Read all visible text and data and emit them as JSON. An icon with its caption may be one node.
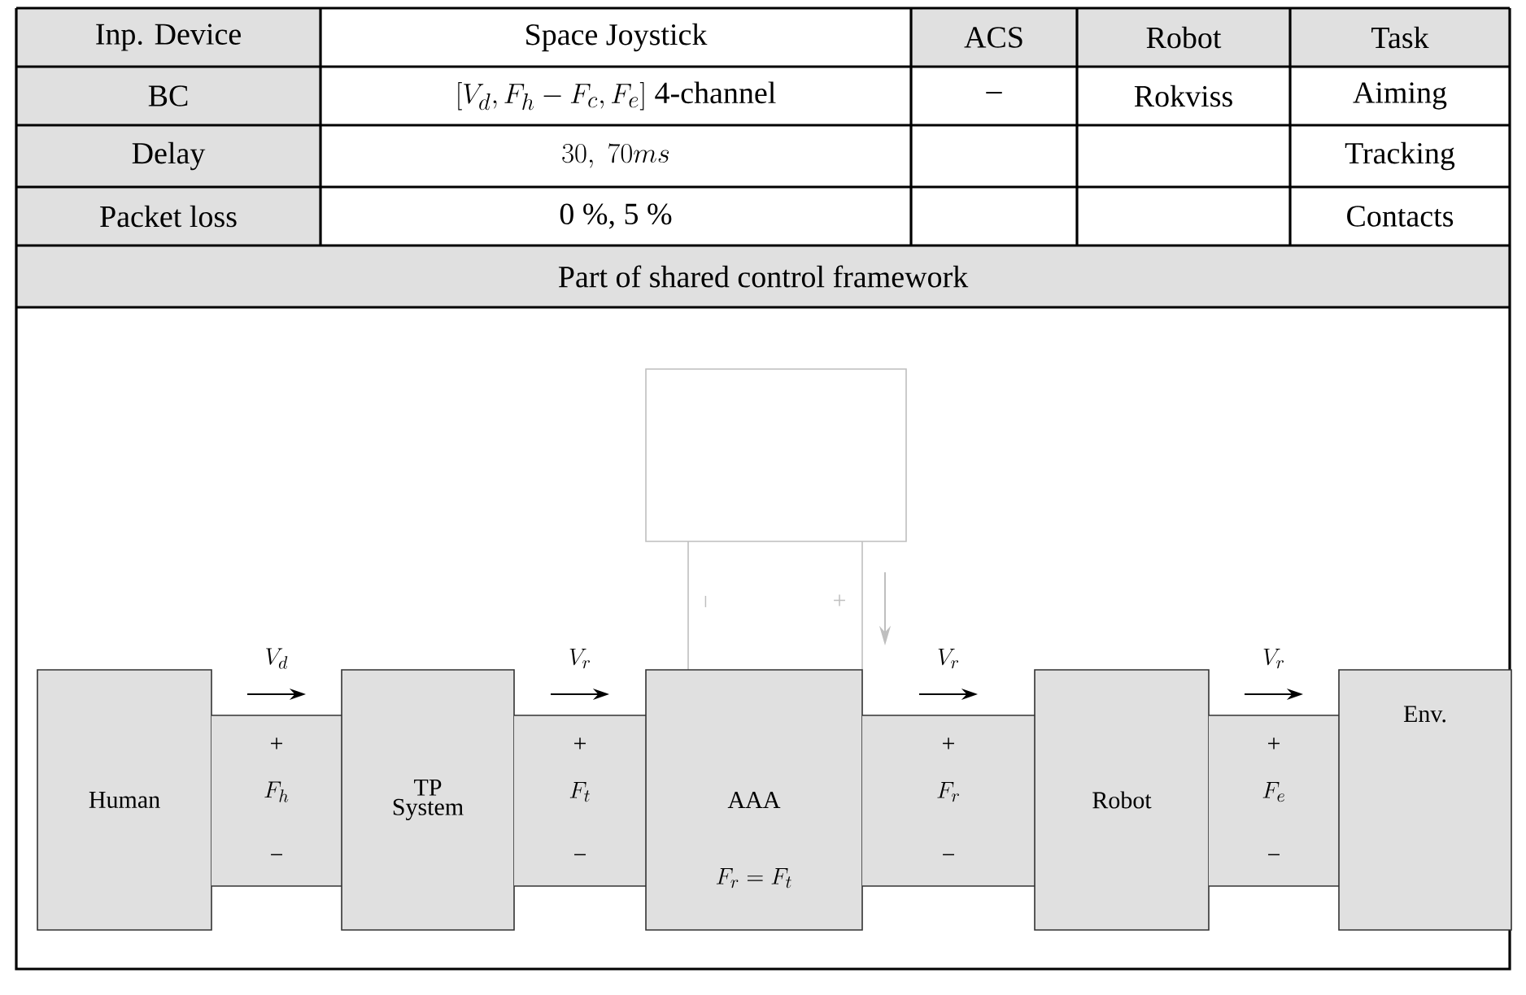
{
  "diagram": {
    "nodes": [
      {
        "text": [
          "Human"
        ]
      },
      {
        "text": [
          "+",
          "F_h",
          "−"
        ],
        "beside": [
          "V_d"
        ]
      },
      {
        "text": [
          "TP System"
        ]
      },
      {
        "text": [
          "+",
          "F_t",
          "−"
        ],
        "beside": [
          "V_r"
        ]
      },
      {
        "text": [],
        "shape": "box"
      },
      {
        "text": [
          "−",
          "+"
        ]
      },
      {
        "text": [
          "AAA",
          "F_r = F_t"
        ]
      },
      {
        "text": [
          "+",
          "F_r",
          "−"
        ],
        "beside": [
          "V_r"
        ]
      },
      {
        "text": [
          "Robot"
        ]
      },
      {
        "text": [
          "+",
          "F_e",
          "−"
        ],
        "beside": [
          "V_r"
        ]
      },
      {
        "text": [
          "Env."
        ]
      }
    ],
    "labels": [
      "Inp. Device",
      "Space Joystick",
      "ACS",
      "Robot",
      "Task",
      "BC",
      "[V_d, F_h - F_c, F_e]\\mbox{ 4-channel}",
      "–",
      "Rokviss",
      "Aiming",
      "Delay",
      "30,\\ 70ms",
      "Tracking",
      "Packet loss",
      "0 %, 5 %",
      "Contacts",
      "Part of shared control framework"
    ]
  }
}
